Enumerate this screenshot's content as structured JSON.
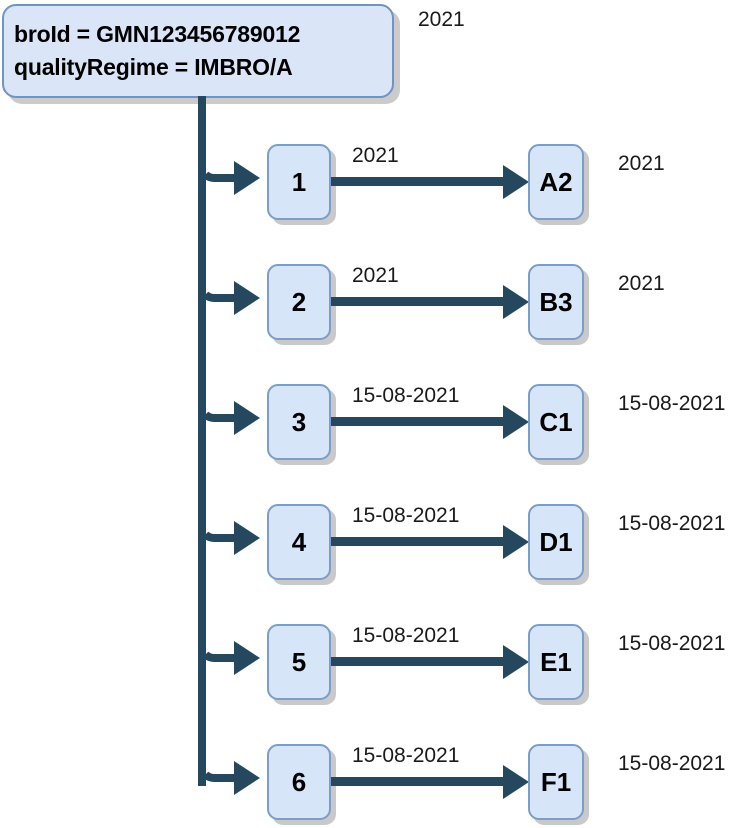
{
  "diagram": {
    "title_lines": [
      "broId = GMN123456789012",
      "qualityRegime = IMBRO/A"
    ],
    "root_label": "2021",
    "rows": [
      {
        "node": "1",
        "edge_label": "2021",
        "version": "A2",
        "version_label": "2021"
      },
      {
        "node": "2",
        "edge_label": "2021",
        "version": "B3",
        "version_label": "2021"
      },
      {
        "node": "3",
        "edge_label": "15-08-2021",
        "version": "C1",
        "version_label": "15-08-2021"
      },
      {
        "node": "4",
        "edge_label": "15-08-2021",
        "version": "D1",
        "version_label": "15-08-2021"
      },
      {
        "node": "5",
        "edge_label": "15-08-2021",
        "version": "E1",
        "version_label": "15-08-2021"
      },
      {
        "node": "6",
        "edge_label": "15-08-2021",
        "version": "F1",
        "version_label": "15-08-2021"
      }
    ],
    "colors": {
      "node_fill": "#d7e5f8",
      "node_border": "#7a9dc9",
      "connector": "#26485e",
      "text": "#000000",
      "background": "#ffffff"
    }
  }
}
